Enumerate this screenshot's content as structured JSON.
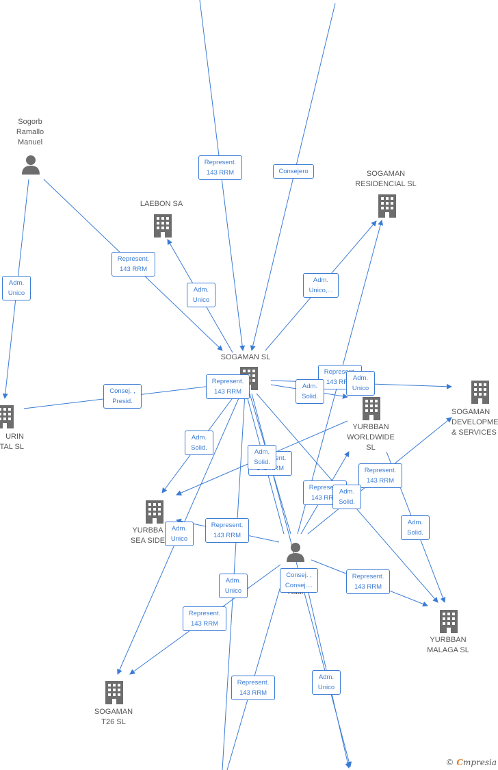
{
  "colors": {
    "edge": "#3a7bd5",
    "icon": "#6d6d6d",
    "label": "#555555"
  },
  "nodes": {
    "sogorb": {
      "label": "Sogorb\nRamallo\nManuel",
      "icon": "person-icon"
    },
    "laebon": {
      "label": "LAEBON SA",
      "icon": "building-icon"
    },
    "residencial": {
      "label": "SOGAMAN\nRESIDENCIAL SL",
      "icon": "building-icon"
    },
    "sogaman": {
      "label": "SOGAMAN  SL",
      "icon": "building-icon"
    },
    "urin": {
      "label": "URIN\nTAL  SL",
      "icon": "building-icon"
    },
    "development": {
      "label": "SOGAMAN\nDEVELOPMEN\n& SERVICES",
      "icon": "building-icon"
    },
    "worldwide": {
      "label": "YURBBAN\nWORLDWIDE\nSL",
      "icon": "building-icon"
    },
    "seaside": {
      "label": "YURBBA\nSEA SIDE",
      "icon": "building-icon"
    },
    "person_center": {
      "label": "Raul",
      "icon": "person-icon"
    },
    "malaga": {
      "label": "YURBBAN\nMALAGA  SL",
      "icon": "building-icon"
    },
    "t26": {
      "label": "SOGAMAN\nT26  SL",
      "icon": "building-icon"
    }
  },
  "edge_labels": {
    "e1": "Represent.\n143 RRM",
    "e2": "Consejero",
    "e3": "Represent.\n143 RRM",
    "e4": "Adm.\nUnico",
    "e5": "Adm.\nUnico",
    "e6": "Adm.\nUnico,...",
    "e7": "Consej. ,\nPresid.",
    "e8": "Represent.\n143 RRM",
    "e9": "Adm.\nSolid.",
    "e10": "Represent.\n143 RRM",
    "e11": "Adm.\nUnico",
    "e12": "Adm.\nSolid.",
    "e13": "Represent.\n143 RRM",
    "e14": "Adm.\nSolid.",
    "e15": "Represent.\n143 RRM",
    "e16": "Represent.\n143 RRM",
    "e17": "Adm.\nSolid.",
    "e18": "Adm.\nSolid.",
    "e19": "Adm.\nUnico",
    "e20": "Represent.\n143 RRM",
    "e21": "Adm.\nUnico",
    "e22": "Consej. ,\nConsej....",
    "e23": "Represent.\n143 RRM",
    "e24": "Represent.\n143 RRM",
    "e25": "Represent.\n143 RRM",
    "e26": "Adm.\nUnico"
  },
  "footer": {
    "copyright": "©",
    "brand_first": "C",
    "brand_rest": "mpresia"
  }
}
